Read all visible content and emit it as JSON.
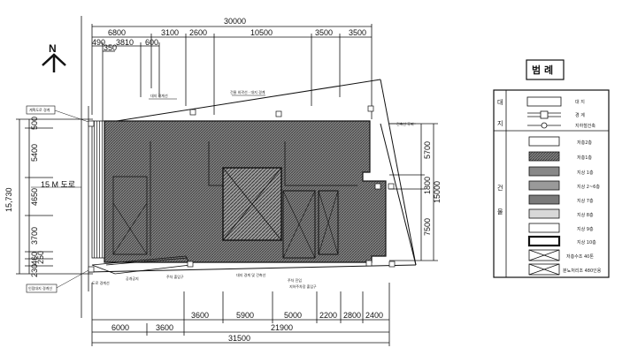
{
  "top_dims": {
    "total": "30000",
    "row2": [
      "6800",
      "3100",
      "2600",
      "10500",
      "3500",
      "3500"
    ],
    "row3": [
      "490",
      "3810",
      "600"
    ],
    "row4": "350"
  },
  "bottom_dims": {
    "row1": [
      "3600",
      "5900",
      "5000",
      "2200",
      "2800",
      "2400"
    ],
    "row2": [
      "6000",
      "3600",
      "21900"
    ],
    "total": "31500"
  },
  "left_dims": {
    "total": "15,730",
    "parts": [
      "500",
      "5400",
      "4650",
      "3700",
      "460",
      "250",
      "230"
    ]
  },
  "right_dims": [
    "5700",
    "1800",
    "7500"
  ],
  "right_total": "15000",
  "road_label": "15 M 도로",
  "north_label": "N",
  "plan_notes": {
    "n1": "계획도로 경계",
    "n2": "인접대지 경계선",
    "n3": "건물 외곽선 · 대지 경계",
    "n4": "대지 경계선",
    "n5": "건축선 후퇴",
    "n6": "도로 경계선",
    "n7": "공개공지",
    "n8": "주차 출입구",
    "n9": "대지 경계 및 건축선",
    "n10": "주차 진입",
    "n11": "지하주차장 출입구"
  },
  "legend": {
    "title": "범  례",
    "group1_label": [
      "대",
      "지"
    ],
    "group1_items": [
      "대    지",
      "경    계",
      "지하철건축"
    ],
    "group2_label": [
      "건",
      "물"
    ],
    "group2_items": [
      "저층2층",
      "저층1층",
      "지상 1층",
      "지상 2~6층",
      "지상 7층",
      "지상 8층",
      "지상 9층",
      "지상 10층",
      "저층수조 40톤",
      "분뇨처리조 480인용"
    ]
  },
  "colors": {
    "line": "#111111",
    "hatch": "#444444",
    "paper": "#ffffff"
  }
}
